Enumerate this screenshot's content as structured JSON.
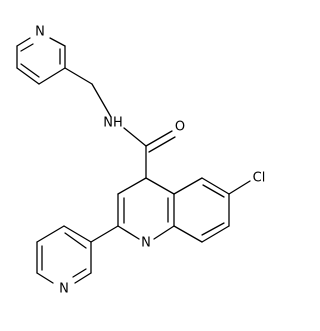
{
  "diagram": {
    "kind": "chemical-structure",
    "background": "#ffffff",
    "line_color": "#000000",
    "atom_labels": {
      "pyridine_top_n": "N",
      "amide_nh": "NH",
      "carbonyl_o": "O",
      "chloro": "Cl",
      "quinoline_n": "N",
      "pyridine_bottom_n": "N"
    }
  }
}
